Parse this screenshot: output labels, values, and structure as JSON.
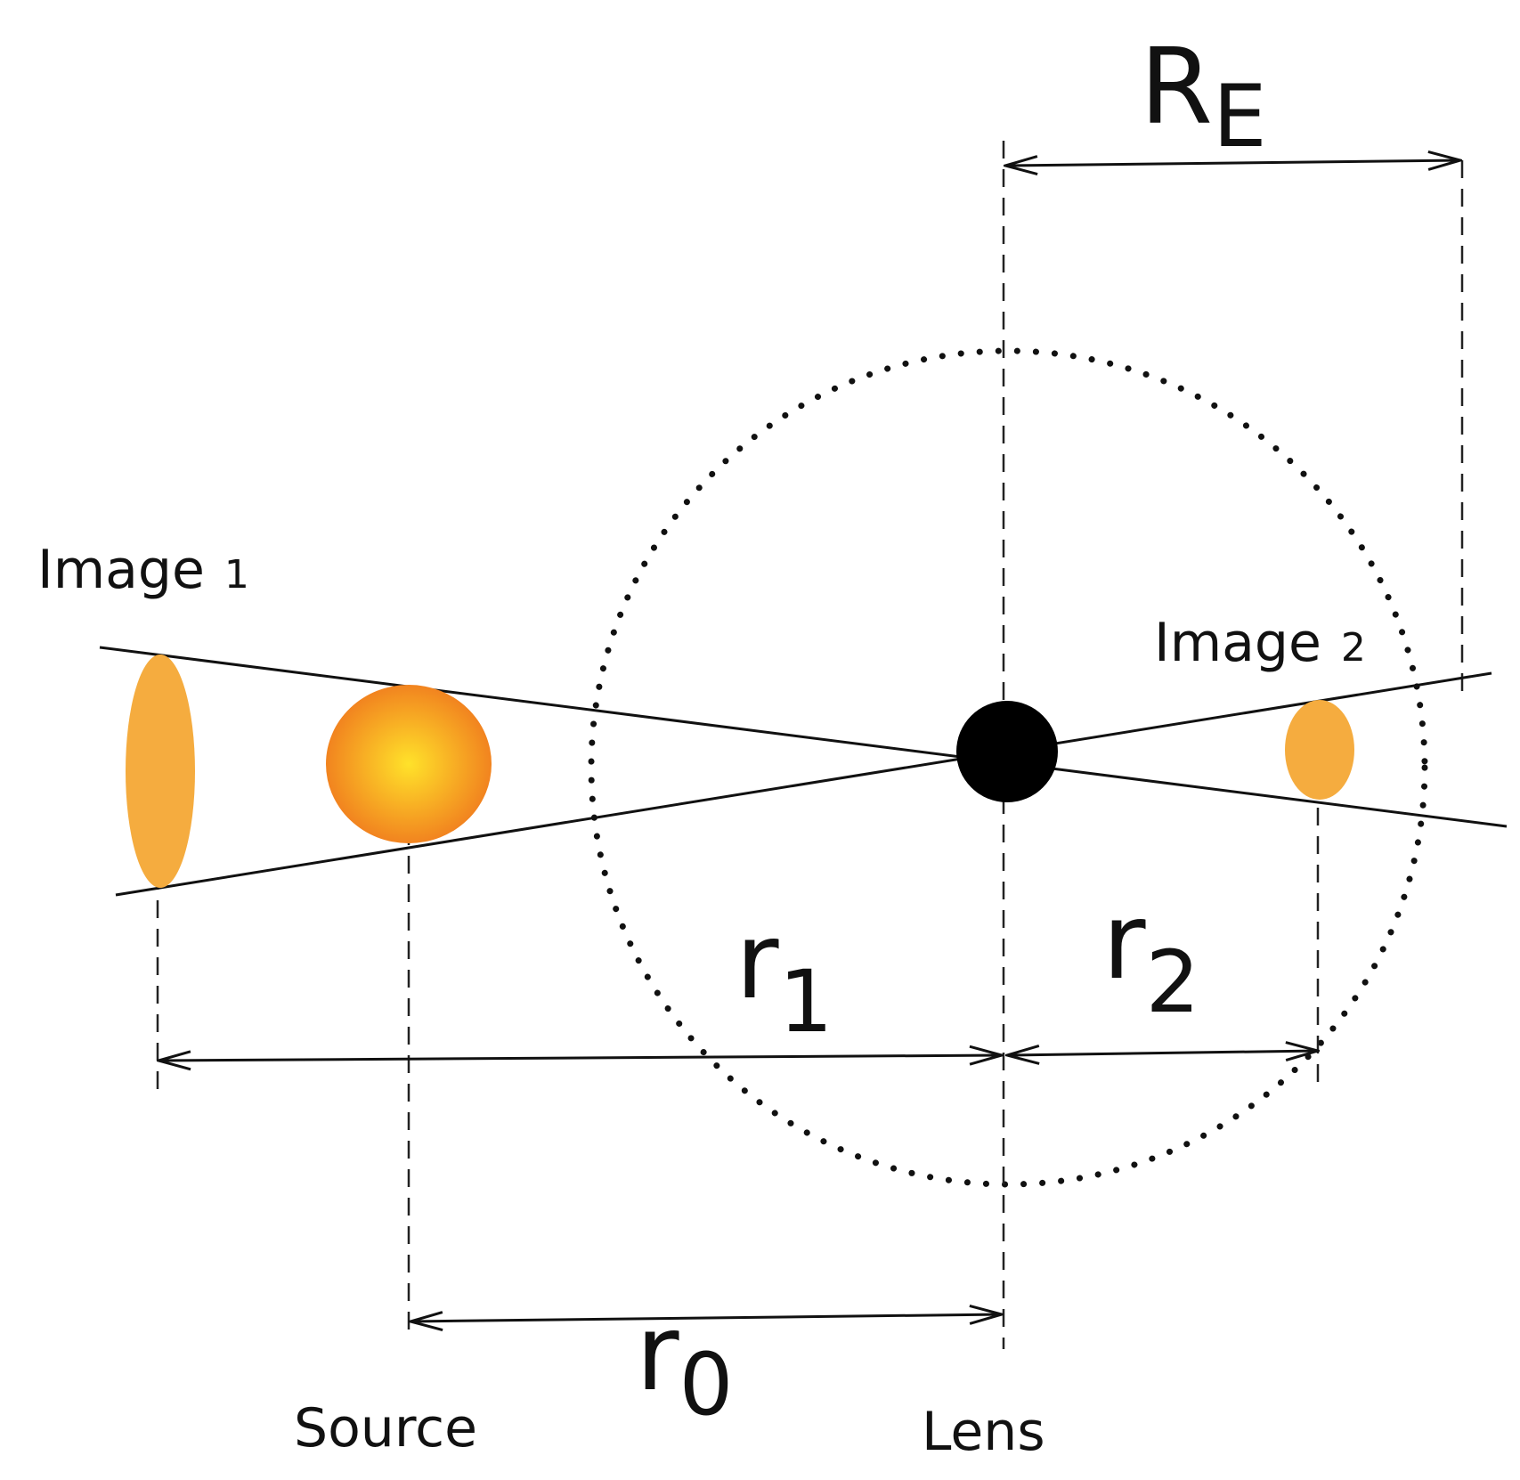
{
  "labels": {
    "image1": {
      "base": "Image",
      "sub": "1"
    },
    "image2": {
      "base": "Image",
      "sub": "2"
    },
    "einstein_radius": {
      "base": "R",
      "sub": "E"
    },
    "r1": {
      "base": "r",
      "sub": "1"
    },
    "r2": {
      "base": "r",
      "sub": "2"
    },
    "r0": {
      "base": "r",
      "sub": "0"
    },
    "source": "Source",
    "lens": "Lens"
  },
  "colors": {
    "image_fill": "#f5ac3f",
    "source_center": "#ffe22a",
    "source_edge": "#f07a1e",
    "lens": "#000000",
    "lines": "#111111"
  }
}
